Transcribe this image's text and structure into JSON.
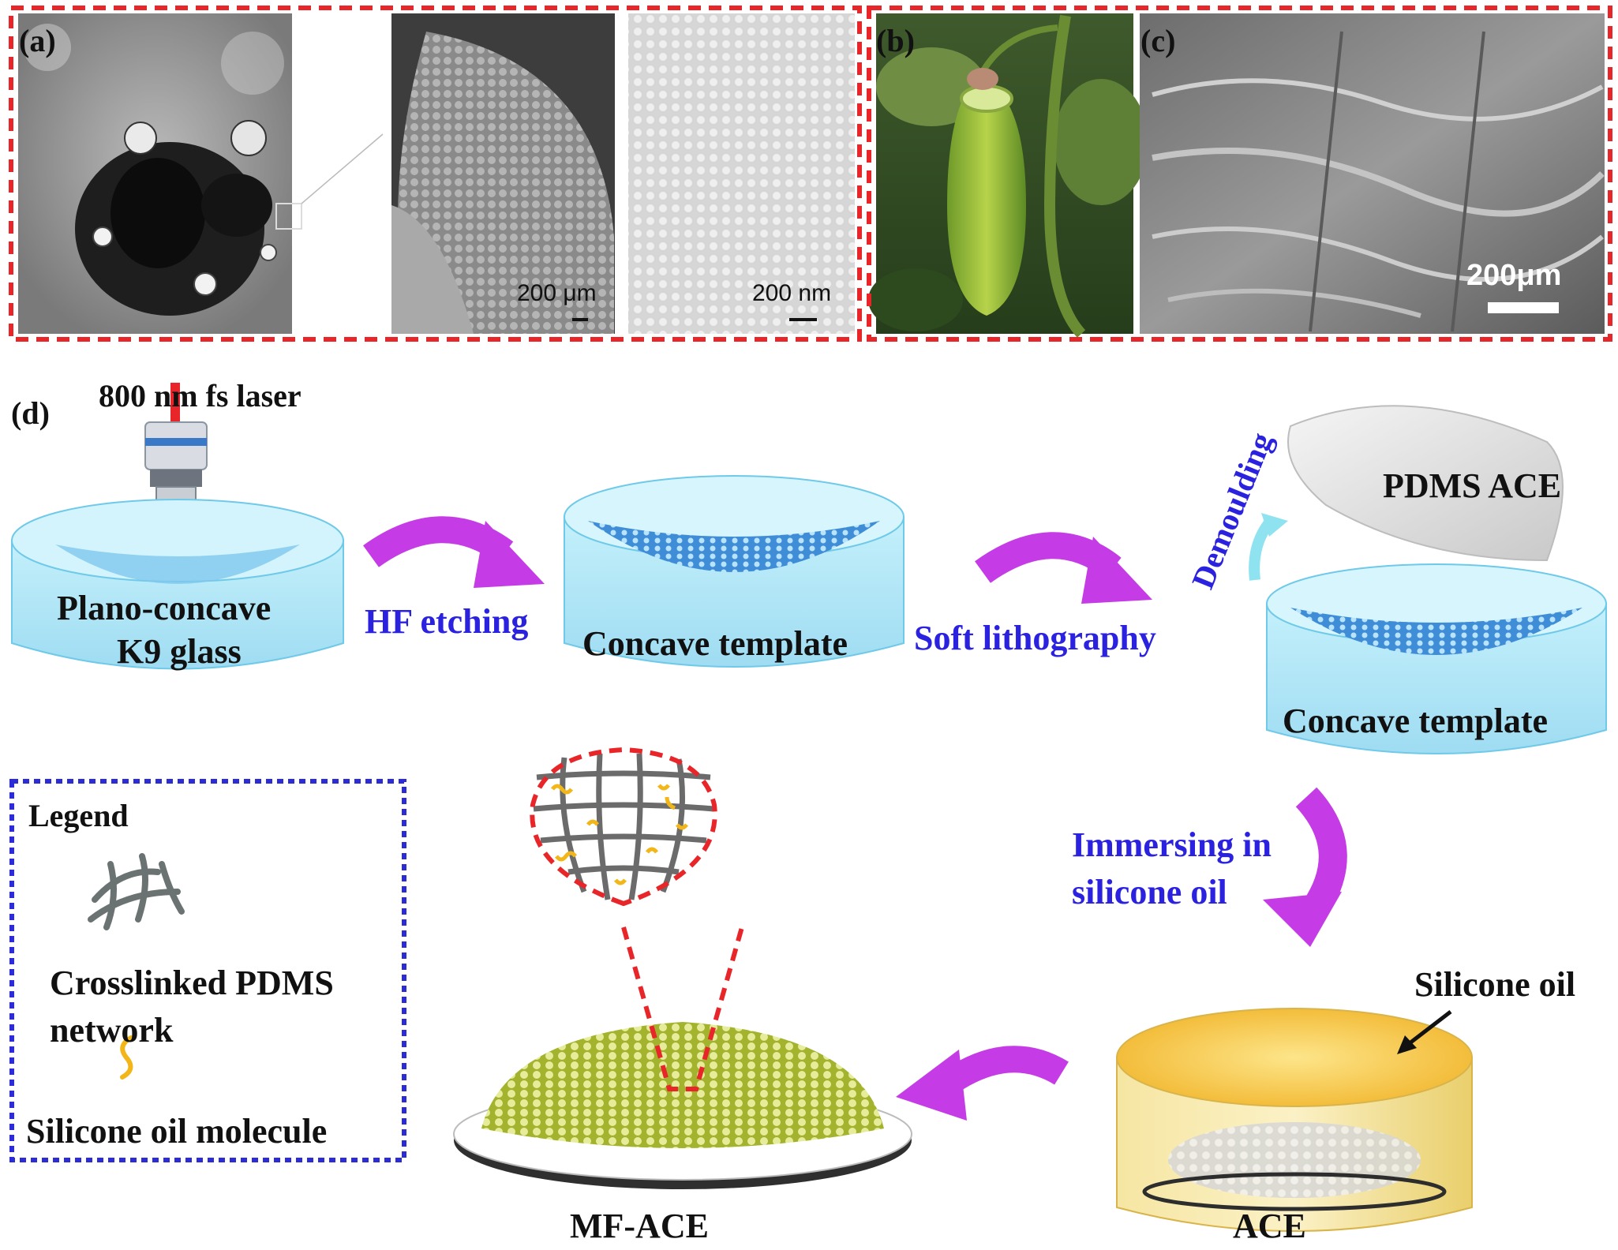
{
  "panels": {
    "a": "(a)",
    "b": "(b)",
    "c": "(c)",
    "d": "(d)"
  },
  "scale_bars": {
    "a_mid": "200 μm",
    "a_right": "200 nm",
    "c": "200μm"
  },
  "process": {
    "laser": "800 nm fs laser",
    "glass_line1": "Plano-concave",
    "glass_line2": "K9 glass",
    "step1": "HF etching",
    "template1": "Concave template",
    "step2": "Soft lithography",
    "demoulding": "Demoulding",
    "pdms_ace": "PDMS ACE",
    "template2": "Concave template",
    "step3_line1": "Immersing in",
    "step3_line2": "silicone oil",
    "silicone_oil": "Silicone oil",
    "ace": "ACE",
    "mf_ace": "MF-ACE"
  },
  "legend": {
    "title": "Legend",
    "item1_line1": "Crosslinked PDMS",
    "item1_line2": "network",
    "item2": "Silicone oil molecule"
  },
  "colors": {
    "frame_red": "#e8262a",
    "arrow_purple": "#c53ce6",
    "label_blue": "#2b22e0",
    "legend_border": "#2b2bd8",
    "glass_cyan": "#a8e6f8",
    "oil_yellow": "#f3c13c"
  }
}
